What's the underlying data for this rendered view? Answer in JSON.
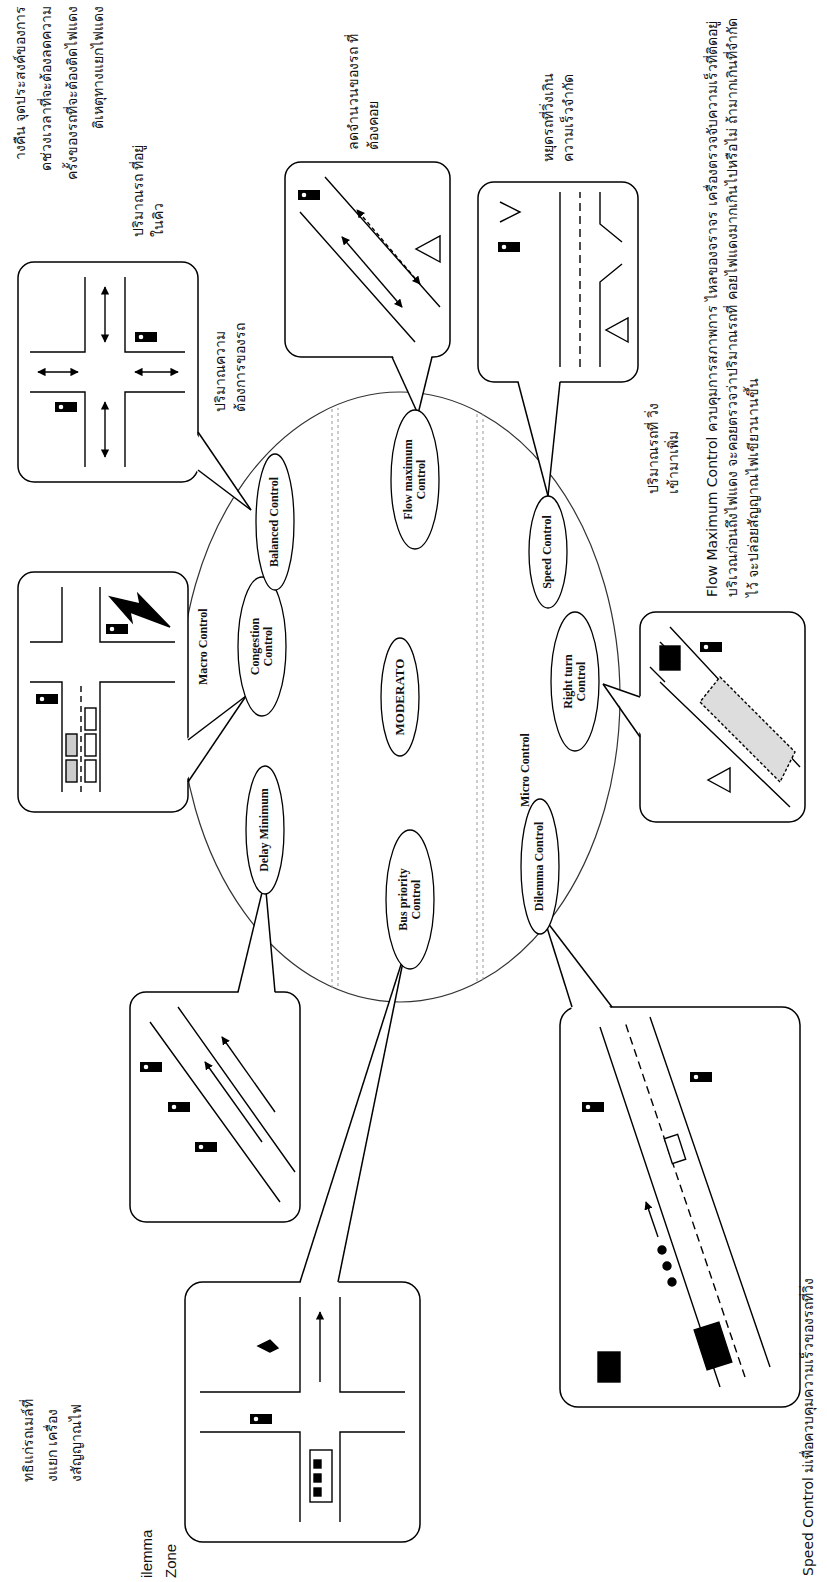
{
  "diagram": {
    "nodes": [
      {
        "text": [
          "Congestion Control"
        ]
      },
      {
        "text": [
          "Balanced Control"
        ]
      },
      {
        "text": [
          "Flow maximum Control"
        ]
      },
      {
        "text": [
          "Speed Control"
        ]
      },
      {
        "text": [
          "Right turn Control"
        ]
      },
      {
        "text": [
          "Dilemma Control"
        ]
      },
      {
        "text": [
          "Bus priority Control"
        ]
      },
      {
        "text": [
          "Delay Minimum"
        ]
      },
      {
        "text": [
          "MODERATO"
        ]
      }
    ],
    "labels": [
      "างคืน จุดประสงค์ของการ",
      "ดช่วงเวลาที่จะต้องลดความ",
      "ครั้งของรถที่จะต้องติดไฟแดง",
      "ติเหตุทางแยกไฟแดง",
      "ปริมาณรถ ที่อยู่ในคิว",
      "ปริมาณความ ต้องการของรถ",
      "ลดจำนวนของรถ ที่ต้องคอย",
      "ปริมาณรถที่ วิ่งเข้ามาเพิ่ม",
      "หยุดรถที่วิ่งเกิน ความเร็วจำกัด",
      "Flow Maximum Control ควบคุมการสภาพการ ไหลของจราจร เครื่องตรวจจับความเร็วที่ติดอยู่ บริเวณก่อนถึงไฟแดง จะคอยตรวจว่าปริมาณรถที่ คอยไฟแดงมากเกินไปหรือไม่ ถ้ามากเกินที่จำกัดไว้ จะปล่อยสัญญาณไฟเขียวนานขึ้น",
      "Macro Control",
      "Micro Control",
      "ทธิแก่รถเมล์ที่",
      "งแยก เครื่อง",
      "งสัญญาณไฟ",
      "ilemma",
      "Zone",
      "Speed Control ม่เพื่อควบคุมความเร็วของรถที่วิ่ง"
    ]
  }
}
